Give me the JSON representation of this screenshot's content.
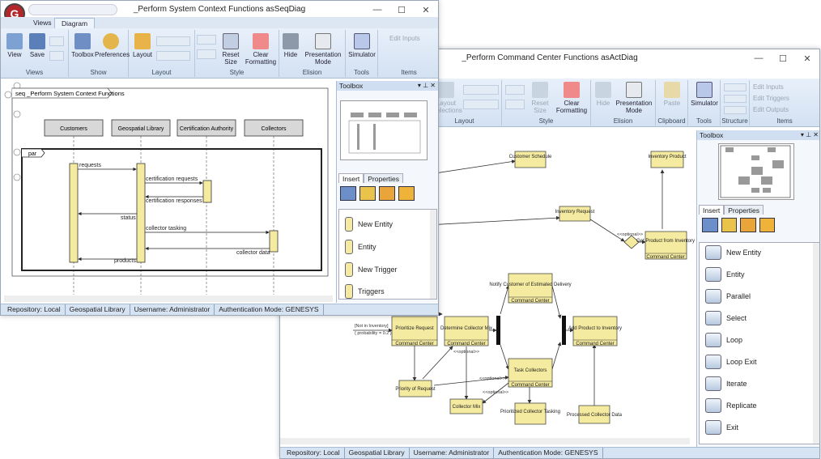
{
  "win1": {
    "title": "_Perform System Context Functions asSeqDiag",
    "tabs": [
      "Views",
      "Diagram"
    ],
    "ribbon": {
      "buttons": [
        "View",
        "Save",
        "Toolbox",
        "Preferences",
        "Layout",
        "Reset Size",
        "Clear Formatting",
        "Hide",
        "Presentation Mode",
        "Simulator",
        "Edit Inputs"
      ],
      "groups": [
        "Views",
        "Show",
        "Layout",
        "Style",
        "Elision",
        "Tools",
        "Items"
      ]
    },
    "frame_label": "seq _Perform System Context Functions",
    "lifelines": [
      "Customers",
      "Geospatial Library",
      "Certification Authority",
      "Collectors"
    ],
    "par_label": "par",
    "messages": [
      "requests",
      "certification requests",
      "certification responses",
      "status",
      "collector tasking",
      "collector data",
      "products"
    ],
    "toolbox": {
      "title": "Toolbox",
      "tabs": [
        "Insert",
        "Properties"
      ],
      "items": [
        "New Entity",
        "Entity",
        "New Trigger",
        "Triggers"
      ]
    },
    "status": [
      "Repository: Local",
      "Geospatial Library",
      "Username: Administrator",
      "Authentication Mode: GENESYS"
    ]
  },
  "win2": {
    "title": "_Perform Command Center Functions asActDiag",
    "ribbon": {
      "buttons": [
        "Layout Selections",
        "Reset Size",
        "Clear Formatting",
        "Hide",
        "Presentation Mode",
        "Paste",
        "Simulator",
        "Edit Inputs",
        "Edit Triggers",
        "Edit Outputs"
      ],
      "groups": [
        "Layout",
        "Style",
        "Elision",
        "Clipboard",
        "Tools",
        "Structure",
        "Items"
      ]
    },
    "nodes": {
      "customer_schedule": "Customer Schedule",
      "inventory_product": "Inventory Product",
      "inventory_request": "Inventory Request",
      "get_product": "Get Product from Inventory",
      "notify": "Notify Customer of Estimated Delivery",
      "prioritize": "Prioritize Request",
      "determine_mix": "Determine Collector Mix",
      "add_product": "Add Product to Inventory",
      "task_collectors": "Task Collectors",
      "priority_of_request": "Priority of Request",
      "collector_mix": "Collector Mix",
      "prioritized_tasking": "Prioritized Collector Tasking",
      "processed_data": "Processed Collector Data"
    },
    "performer": "Command Center",
    "annotations": {
      "not_in_inventory": "[Not in Inventory]",
      "probability": "{ probability = 0.2 }",
      "optional": "<<optional>>"
    },
    "toolbox": {
      "title": "Toolbox",
      "tabs": [
        "Insert",
        "Properties"
      ],
      "items": [
        "New Entity",
        "Entity",
        "Parallel",
        "Select",
        "Loop",
        "Loop Exit",
        "Iterate",
        "Replicate",
        "Exit"
      ]
    },
    "status": [
      "Repository: Local",
      "Geospatial Library",
      "Username: Administrator",
      "Authentication Mode: GENESYS"
    ]
  },
  "colors": {
    "node_fill": "#f5eba0",
    "ribbon": "#dbe7f5",
    "status": "#d6e3f3"
  }
}
